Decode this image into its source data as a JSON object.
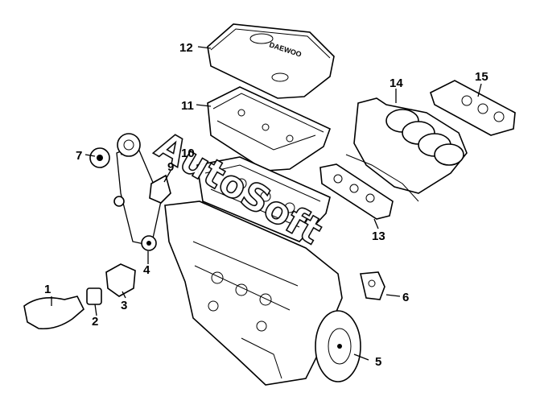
{
  "diagram": {
    "cover_brand": "DAEWOO",
    "watermark": "AutoSoft",
    "callouts": [
      {
        "id": "1",
        "label": "1"
      },
      {
        "id": "2",
        "label": "2"
      },
      {
        "id": "3",
        "label": "3"
      },
      {
        "id": "4",
        "label": "4"
      },
      {
        "id": "5",
        "label": "5"
      },
      {
        "id": "6",
        "label": "6"
      },
      {
        "id": "7",
        "label": "7"
      },
      {
        "id": "9",
        "label": "9"
      },
      {
        "id": "10",
        "label": "10"
      },
      {
        "id": "11",
        "label": "11"
      },
      {
        "id": "12",
        "label": "12"
      },
      {
        "id": "13",
        "label": "13"
      },
      {
        "id": "14",
        "label": "14"
      },
      {
        "id": "15",
        "label": "15"
      }
    ]
  }
}
